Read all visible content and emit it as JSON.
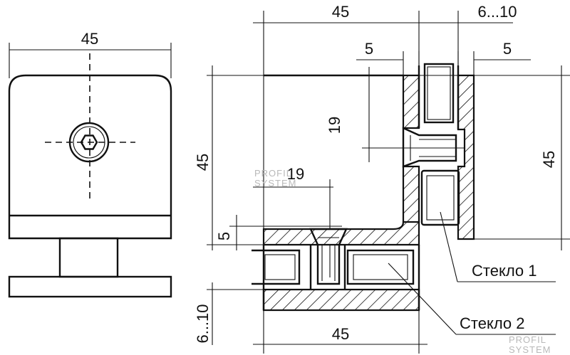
{
  "dimensions": {
    "front_width": "45",
    "side_width_top": "45",
    "glass_gap_top": "6...10",
    "wall_left_top": "5",
    "wall_right_top": "5",
    "depth_vertical": "19",
    "height_left": "45",
    "height_right": "45",
    "depth_horizontal": "19",
    "wall_bottom": "5",
    "glass_gap_bottom": "6...10",
    "side_width_bottom": "45"
  },
  "labels": {
    "glass_1": "Стекло 1",
    "glass_2": "Стекло 2"
  },
  "watermark": {
    "line1": "PROFIL",
    "line2": "SYSTEM",
    "color": "#b9b9b9"
  }
}
